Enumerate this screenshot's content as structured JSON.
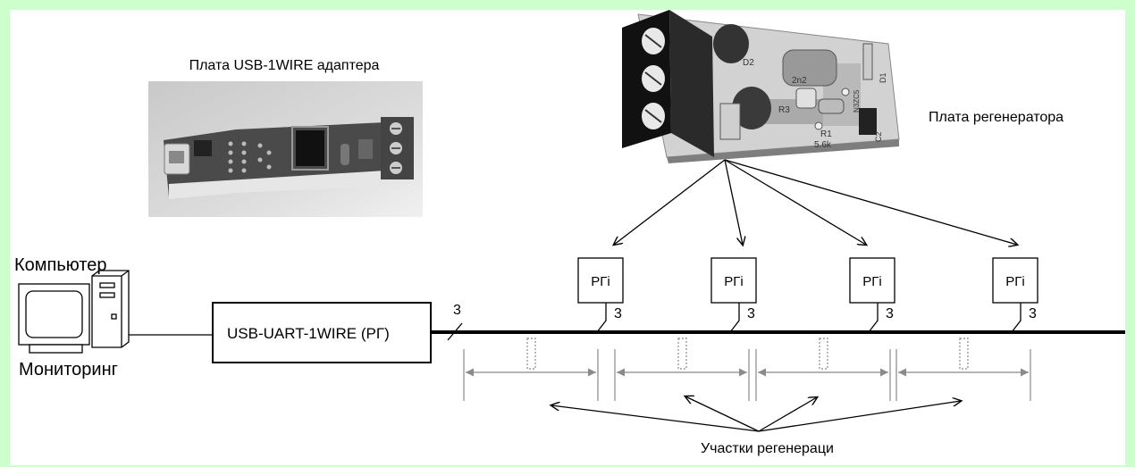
{
  "labels": {
    "adapter_board": "Плата USB-1WIRE адаптера",
    "regen_board": "Плата регенератора",
    "computer": "Компьютер",
    "monitoring": "Мониторинг",
    "converter": "USB-UART-1WIRE (РГ)",
    "wire_count": "3",
    "regen_sections": "Участки регенераци"
  },
  "regenerators": [
    {
      "label": "РГі",
      "count": "3"
    },
    {
      "label": "РГі",
      "count": "3"
    },
    {
      "label": "РГі",
      "count": "3"
    },
    {
      "label": "РГі",
      "count": "3"
    }
  ],
  "pcb_silkscreen": {
    "r1": "R1",
    "r1_value": "5.6k",
    "c2": "C2",
    "d1": "D1",
    "d2": "D2",
    "r3": "R3",
    "cap_value": "2n2",
    "zener": "N3ZC5"
  }
}
